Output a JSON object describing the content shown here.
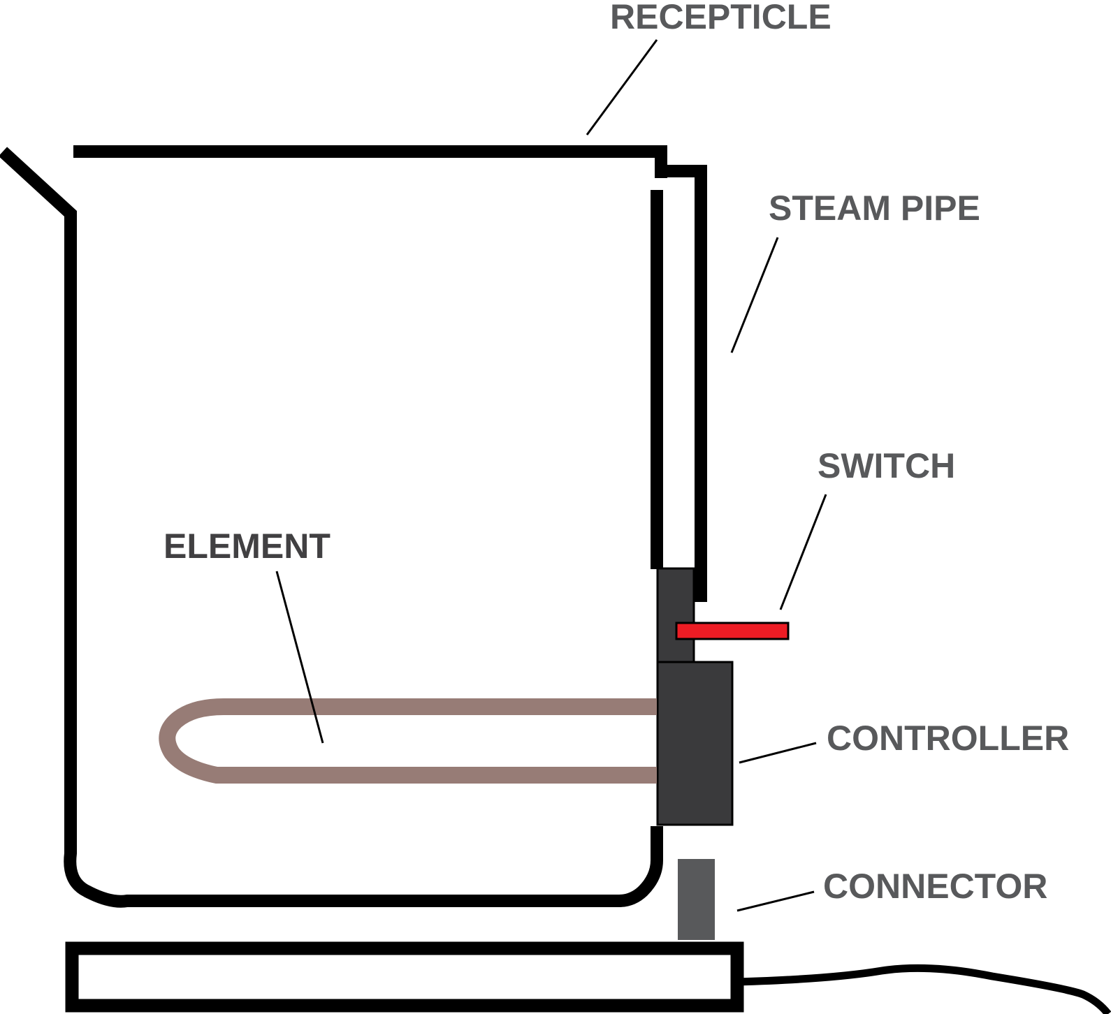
{
  "labels": {
    "receptacle": "RECEPTICLE",
    "steam_pipe": "STEAM PIPE",
    "switch": "SWITCH",
    "element": "ELEMENT",
    "controller": "CONTROLLER",
    "connector": "CONNECTOR"
  },
  "colors": {
    "outline": "#000000",
    "label_text": "#58595b",
    "element_label_text": "#414042",
    "heating_element": "#977c76",
    "controller_fill": "#3a3a3c",
    "connector_fill": "#58595b",
    "switch_fill": "#ed1c24"
  }
}
